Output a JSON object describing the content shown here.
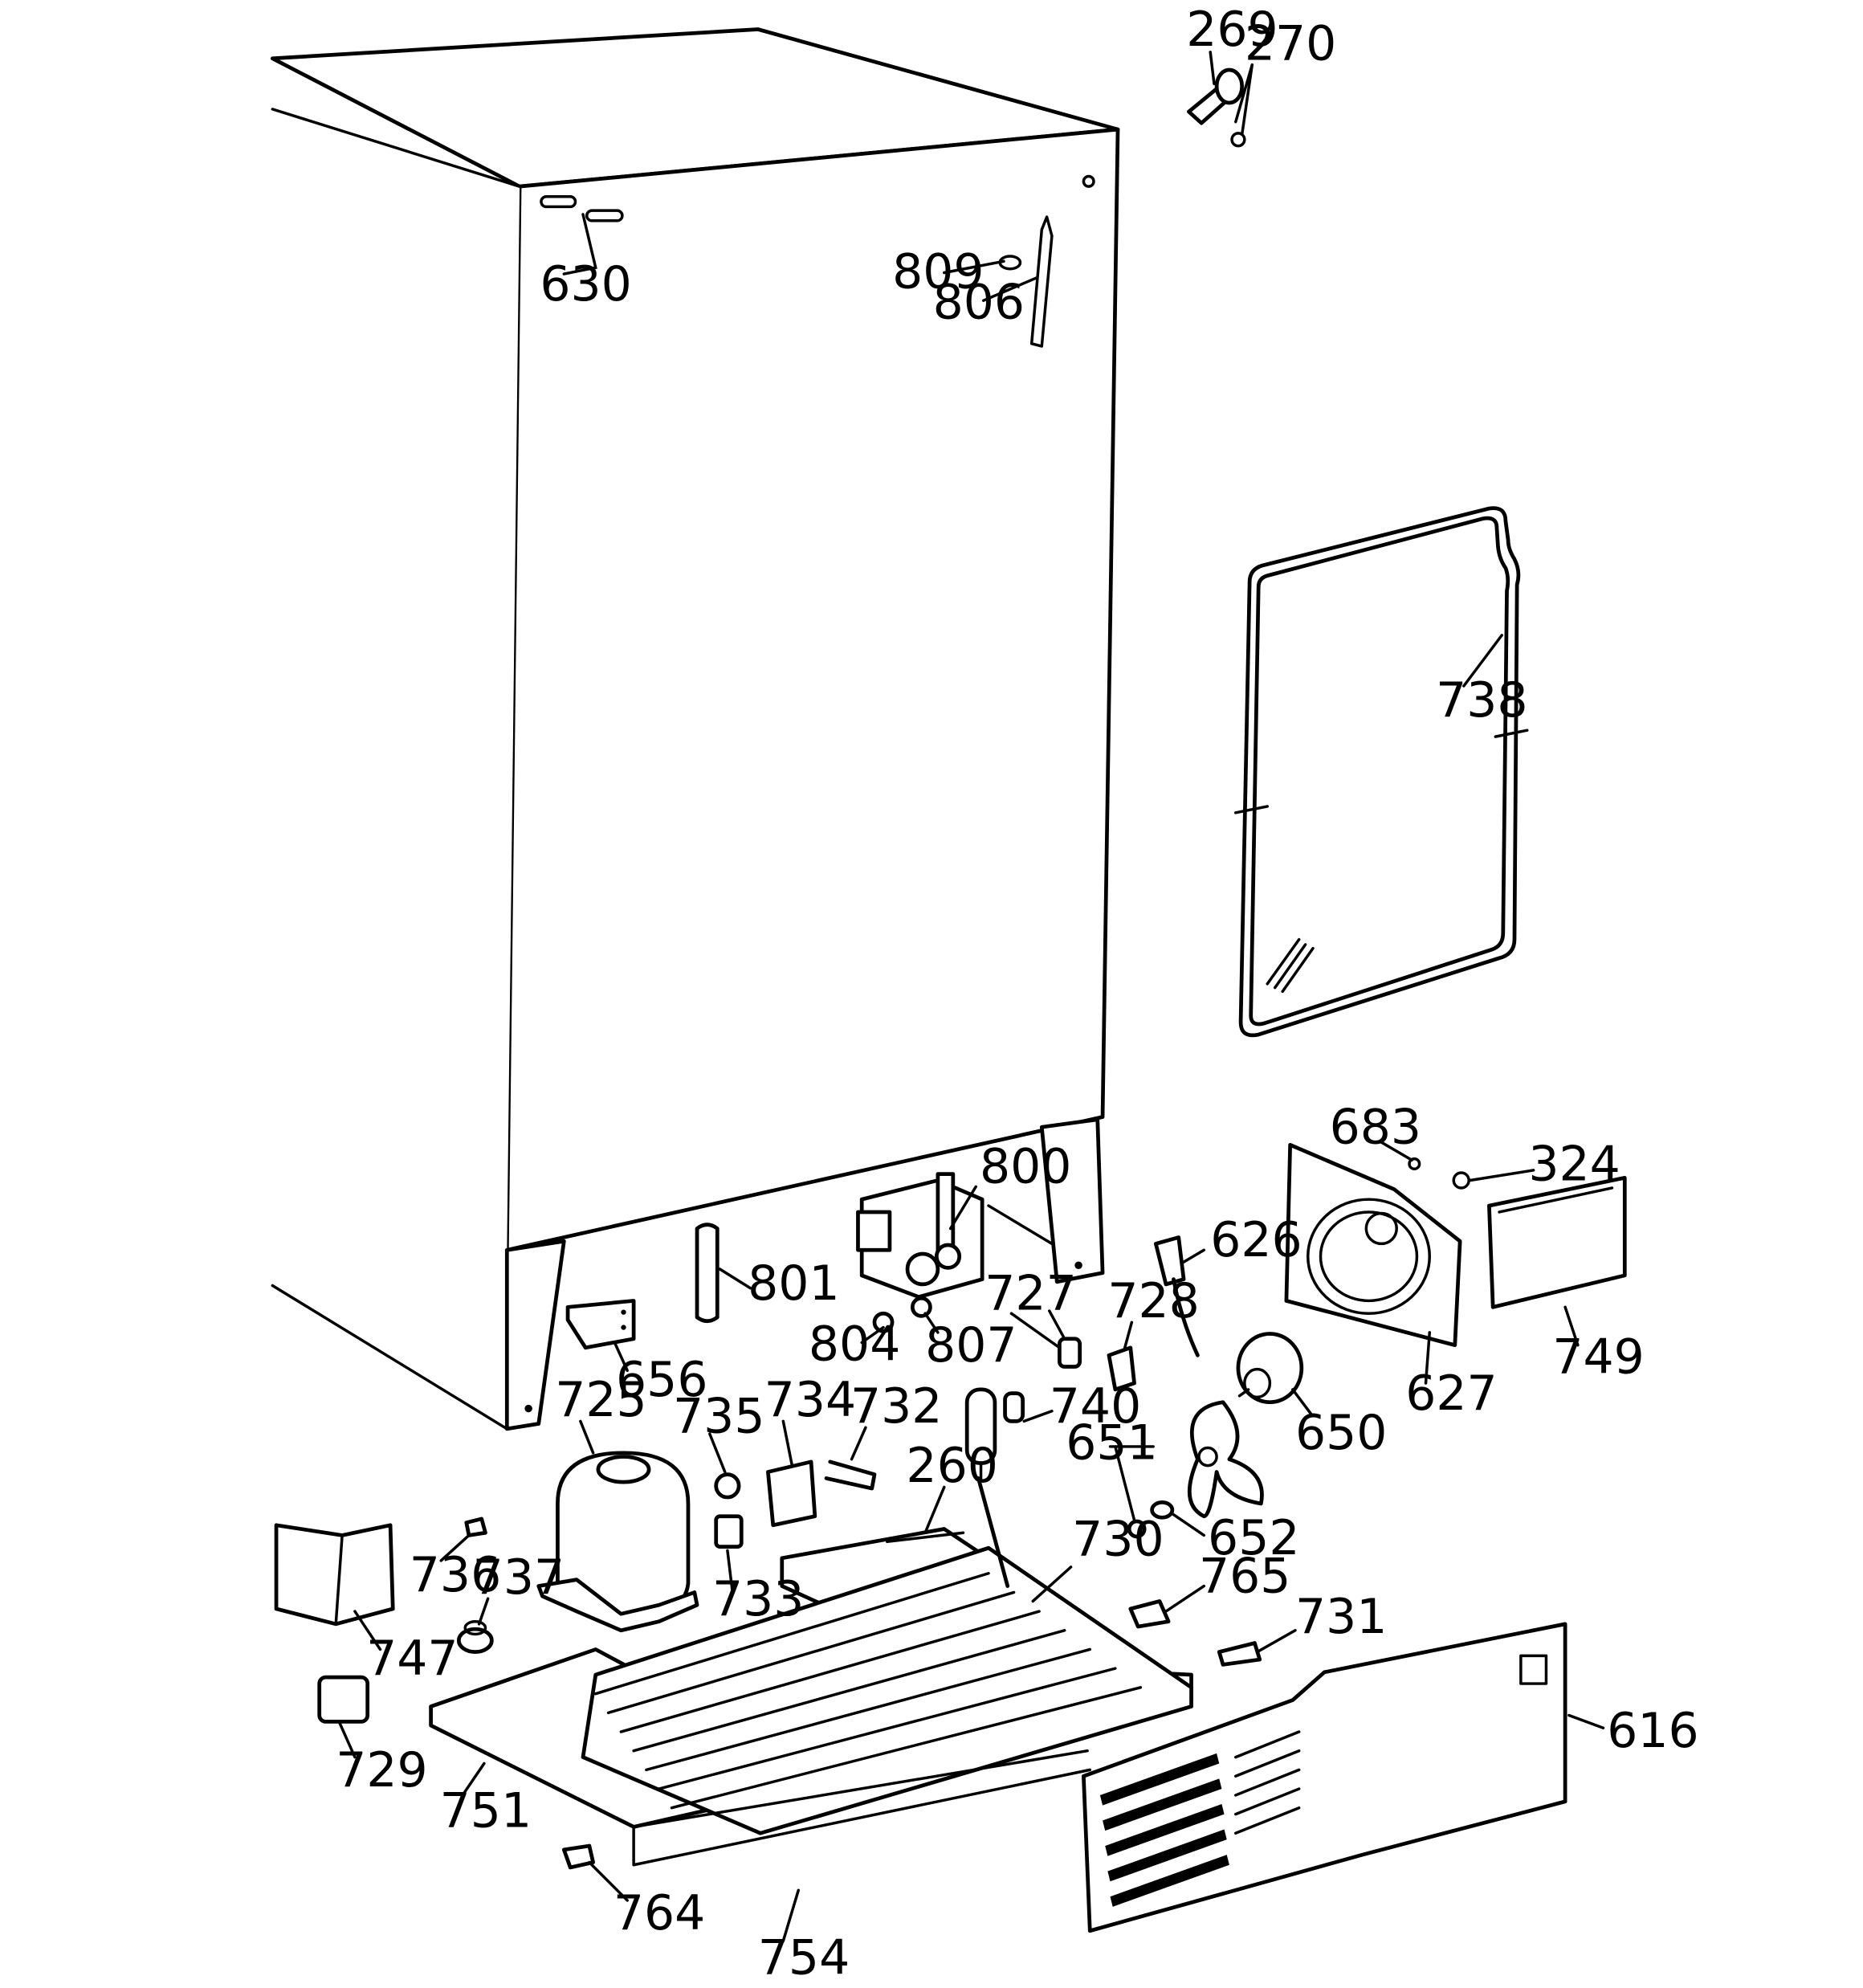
{
  "callouts": {
    "p269": "269",
    "p270": "270",
    "p630": "630",
    "p809": "809",
    "p806": "806",
    "p738": "738",
    "p683": "683",
    "p324": "324",
    "p800": "800",
    "p626": "626",
    "p801": "801",
    "p727": "727",
    "p728": "728",
    "p804": "804",
    "p807": "807",
    "p627": "627",
    "p749": "749",
    "p656": "656",
    "p650": "650",
    "p725": "725",
    "p735": "735",
    "p734": "734",
    "p732": "732",
    "p740": "740",
    "p651": "651",
    "p260": "260",
    "p652": "652",
    "p730": "730",
    "p736": "736",
    "p737": "737",
    "p733": "733",
    "p765": "765",
    "p731": "731",
    "p747": "747",
    "p616": "616",
    "p729": "729",
    "p751": "751",
    "p764": "764",
    "p754": "754"
  }
}
